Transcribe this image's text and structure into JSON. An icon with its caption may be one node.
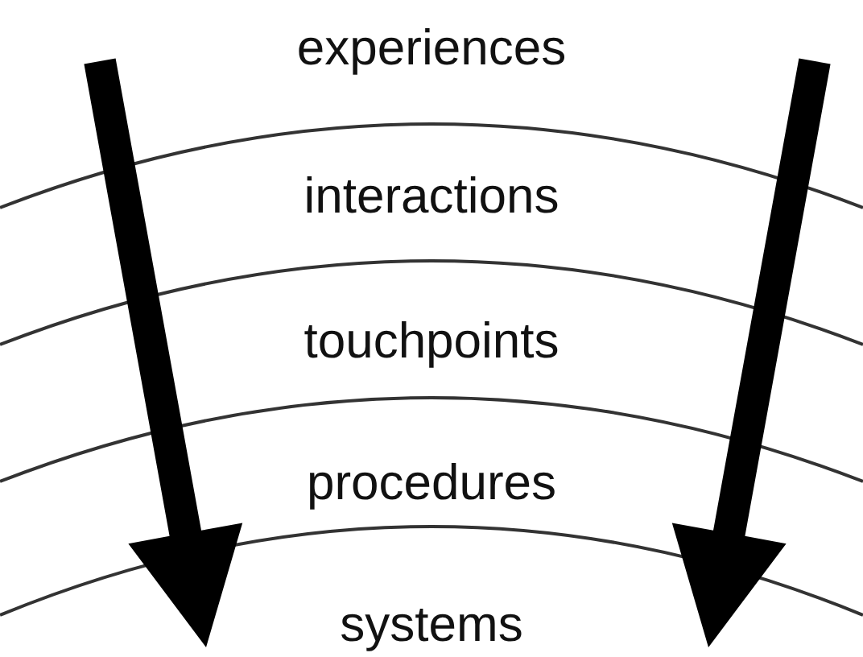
{
  "diagram": {
    "labels": [
      "experiences",
      "interactions",
      "touchpoints",
      "procedures",
      "systems"
    ]
  }
}
